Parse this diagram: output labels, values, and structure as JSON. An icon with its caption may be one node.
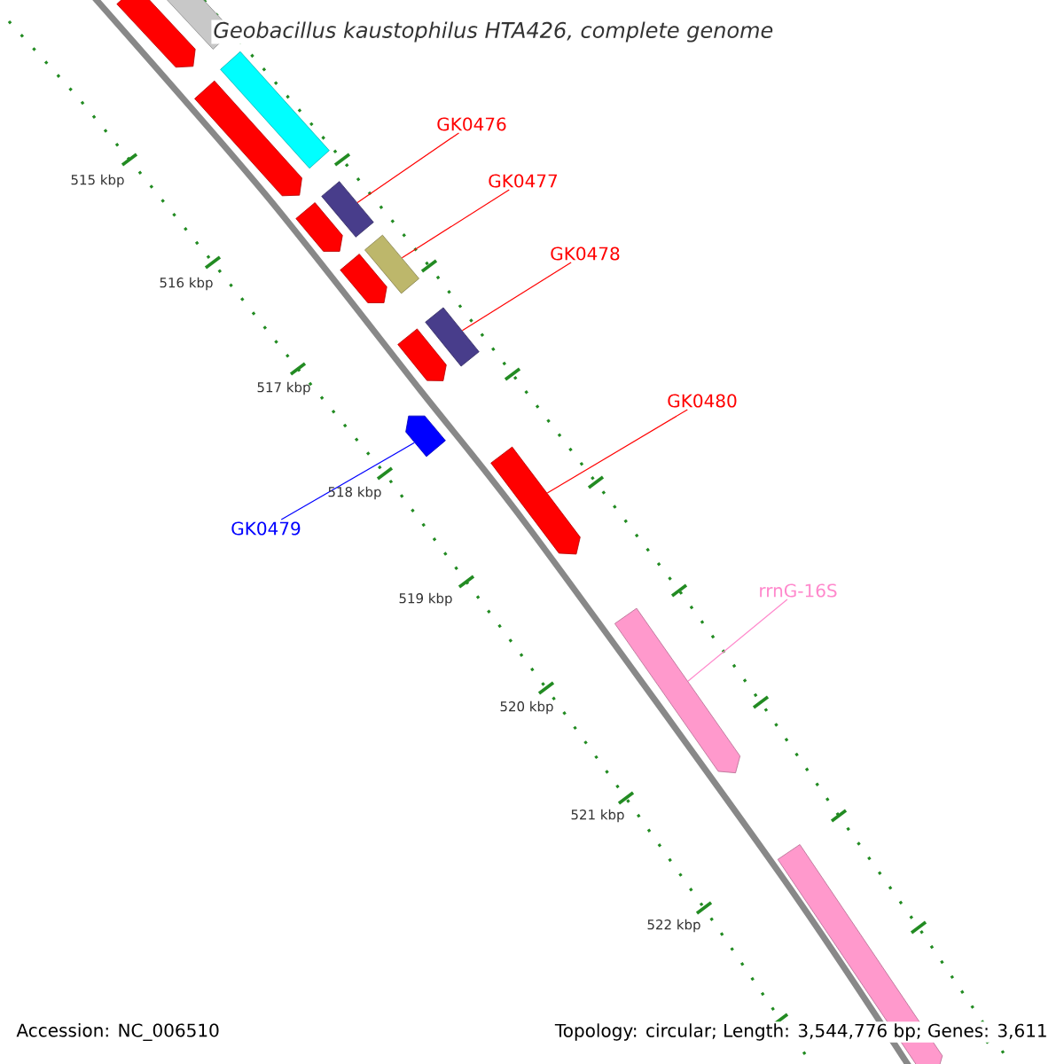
{
  "diagram": {
    "title": "Geobacillus kaustophilus HTA426, complete genome",
    "nodes": [
      {
        "text": [
          "GK0476"
        ]
      },
      {
        "text": [
          "GK0477"
        ]
      },
      {
        "text": [
          "GK0478"
        ]
      },
      {
        "text": [
          "GK0480"
        ]
      },
      {
        "text": [
          "GK0479"
        ]
      },
      {
        "text": [
          "rrnG-16S"
        ]
      },
      {
        "text": [],
        "shape": "bar"
      },
      {
        "text": [],
        "shape": "bar"
      },
      {
        "text": [],
        "shape": "bar"
      },
      {
        "text": [],
        "shape": "bar"
      },
      {
        "text": [],
        "shape": "bar"
      },
      {
        "text": [],
        "shape": "bar"
      }
    ],
    "edges": [
      {
        "from": 0,
        "to": 6,
        "arrow": "none"
      },
      {
        "from": 1,
        "to": 7,
        "arrow": "none"
      },
      {
        "from": 2,
        "to": 8,
        "arrow": "none"
      },
      {
        "from": 3,
        "to": 10,
        "arrow": "none"
      },
      {
        "from": 4,
        "to": 9,
        "arrow": "none",
        "color": "#0000ff"
      },
      {
        "from": 5,
        "to": 11,
        "arrow": "none",
        "color": "#ff88cc"
      }
    ],
    "labels": [
      "515 kbp",
      "516 kbp",
      "517 kbp",
      "518 kbp",
      "519 kbp",
      "520 kbp",
      "521 kbp",
      "522 kbp",
      "Accession: NC_006510",
      "Topology: circular; Length: 3,544,776 bp; Genes: 3,611"
    ]
  }
}
